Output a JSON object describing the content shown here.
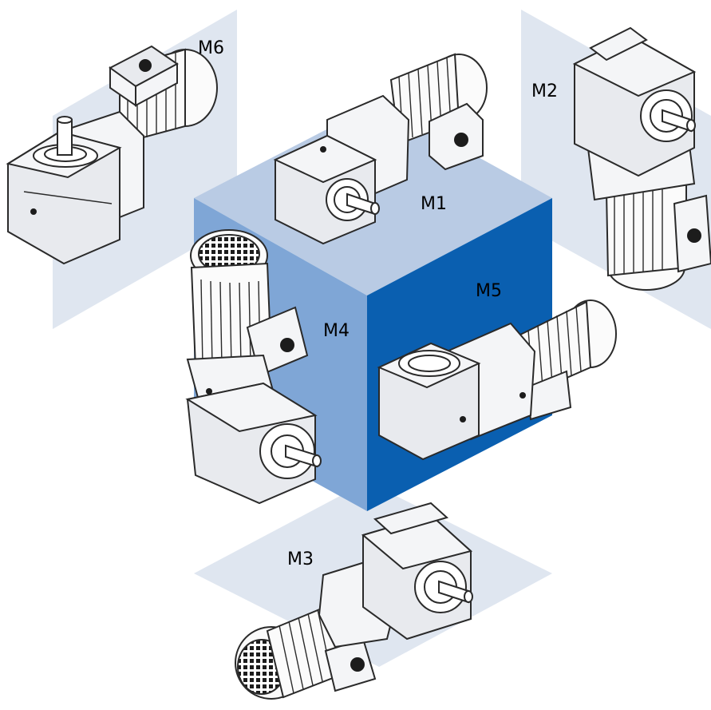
{
  "labels": {
    "m1": "M1",
    "m2": "M2",
    "m3": "M3",
    "m4": "M4",
    "m5": "M5",
    "m6": "M6"
  },
  "colors": {
    "plane": "#dfe6f0",
    "cube_top": "#b9cbe4",
    "cube_left": "#7fa6d6",
    "cube_front": "#0a5fb0",
    "outline": "#2a2a2a"
  }
}
